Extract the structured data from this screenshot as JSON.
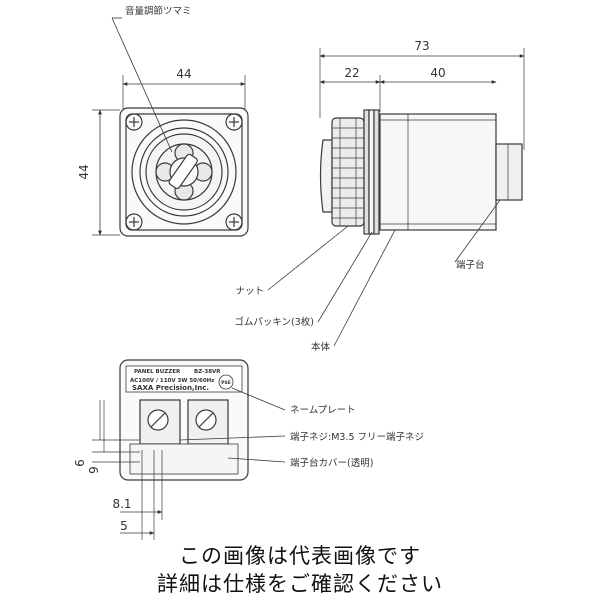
{
  "labels": {
    "volume_knob": "音量調節ツマミ",
    "nut": "ナット",
    "rubber_packing": "ゴムパッキン(3枚)",
    "main_body": "本体",
    "terminal_block": "端子台",
    "name_plate": "ネームプレート",
    "terminal_screw": "端子ネジ:M3.5 フリー端子ネジ",
    "terminal_cover": "端子台カバー(透明)"
  },
  "dimensions": {
    "front_width": "44",
    "front_height": "44",
    "side_total": "73",
    "side_front": "22",
    "side_rear": "40",
    "rear_6": "6",
    "rear_9": "9",
    "rear_8_1": "8.1",
    "rear_5": "5"
  },
  "plate": {
    "line1_left": "PANEL BUZZER",
    "line1_right": "BZ-38VR",
    "line2": "AC100V / 110V  3W  50/60Hz",
    "line3": "SAXA Precision,Inc.",
    "mark": "PSE"
  },
  "caption": {
    "line1": "この画像は代表画像です",
    "line2": "詳細は仕様をご確認ください"
  },
  "colors": {
    "line": "#3a3a3a",
    "fill": "#f2f2f2",
    "dark": "#555555"
  }
}
